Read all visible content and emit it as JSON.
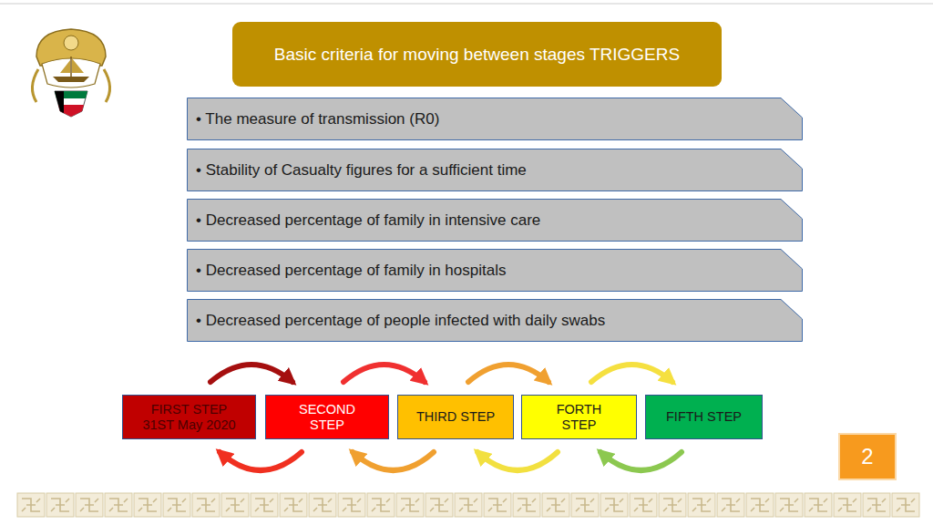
{
  "diagram": {
    "title": "Basic criteria for moving between stages TRIGGERS",
    "nodes": [
      {
        "text": [
          "• The measure of transmission (R0)"
        ]
      },
      {
        "text": [
          "• Stability of Casualty figures for a sufficient time"
        ]
      },
      {
        "text": [
          "• Decreased percentage of family in intensive care"
        ]
      },
      {
        "text": [
          "• Decreased percentage of family in hospitals"
        ]
      },
      {
        "text": [
          "• Decreased percentage of people infected with daily swabs"
        ]
      },
      {
        "text": [
          "FIRST STEP 31ST May 2020"
        ]
      },
      {
        "text": [
          "SECOND STEP"
        ]
      },
      {
        "text": [
          "THIRD STEP"
        ]
      },
      {
        "text": [
          "FORTH STEP"
        ]
      },
      {
        "text": [
          "FIFTH STEP"
        ]
      }
    ],
    "edges": [
      {
        "from": 5,
        "to": 6,
        "arrow": "to"
      },
      {
        "from": 6,
        "to": 7,
        "arrow": "to"
      },
      {
        "from": 7,
        "to": 8,
        "arrow": "to"
      },
      {
        "from": 8,
        "to": 9,
        "arrow": "to"
      },
      {
        "from": 6,
        "to": 5,
        "arrow": "to"
      },
      {
        "from": 7,
        "to": 6,
        "arrow": "to"
      },
      {
        "from": 8,
        "to": 7,
        "arrow": "to"
      },
      {
        "from": 9,
        "to": 8,
        "arrow": "to"
      }
    ],
    "labels": [
      "2"
    ]
  }
}
